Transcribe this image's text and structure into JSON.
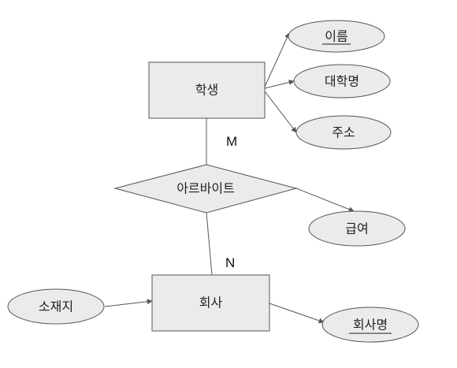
{
  "colors": {
    "background": "#ffffff",
    "shape_fill": "#ebebeb",
    "shape_stroke": "#555555",
    "line": "#555555",
    "text": "#222222"
  },
  "entities": {
    "student": "학생",
    "company": "회사"
  },
  "relationship": {
    "label": "아르바이트"
  },
  "attributes": {
    "name": "이름",
    "university": "대학명",
    "address": "주소",
    "salary": "급여",
    "location": "소재지",
    "company_name": "회사명"
  },
  "cardinality": {
    "student_side": "M",
    "company_side": "N"
  }
}
